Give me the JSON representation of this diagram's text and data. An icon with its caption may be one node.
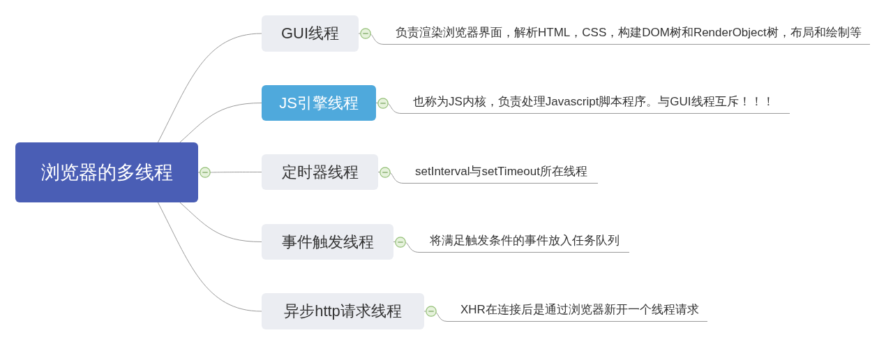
{
  "diagram": {
    "nodes": [
      {
        "text": [
          "浏览器的多线程"
        ]
      },
      {
        "text": [
          "GUI线程"
        ]
      },
      {
        "text": [
          "JS引擎线程"
        ]
      },
      {
        "text": [
          "定时器线程"
        ]
      },
      {
        "text": [
          "事件触发线程"
        ]
      },
      {
        "text": [
          "异步http请求线程"
        ]
      },
      {
        "text": [
          "负责渲染浏览器界面，解析HTML，CSS，构建DOM树和RenderObject树，布局和绘制等"
        ]
      },
      {
        "text": [
          "也称为JS内核，负责处理Javascript脚本程序。与GUI线程互斥！！！"
        ]
      },
      {
        "text": [
          "setInterval与setTimeout所在线程"
        ]
      },
      {
        "text": [
          "将满足触发条件的事件放入任务队列"
        ]
      },
      {
        "text": [
          "XHR在连接后是通过浏览器新开一个线程请求"
        ]
      }
    ],
    "edges": [
      {
        "from": 0,
        "to": 1,
        "arrow": "none"
      },
      {
        "from": 0,
        "to": 2,
        "arrow": "none"
      },
      {
        "from": 0,
        "to": 3,
        "arrow": "none"
      },
      {
        "from": 0,
        "to": 4,
        "arrow": "none"
      },
      {
        "from": 0,
        "to": 5,
        "arrow": "none"
      },
      {
        "from": 1,
        "to": 6,
        "arrow": "none"
      },
      {
        "from": 2,
        "to": 7,
        "arrow": "none"
      },
      {
        "from": 3,
        "to": 8,
        "arrow": "none"
      },
      {
        "from": 4,
        "to": 9,
        "arrow": "none"
      },
      {
        "from": 5,
        "to": 10,
        "arrow": "none"
      }
    ]
  }
}
